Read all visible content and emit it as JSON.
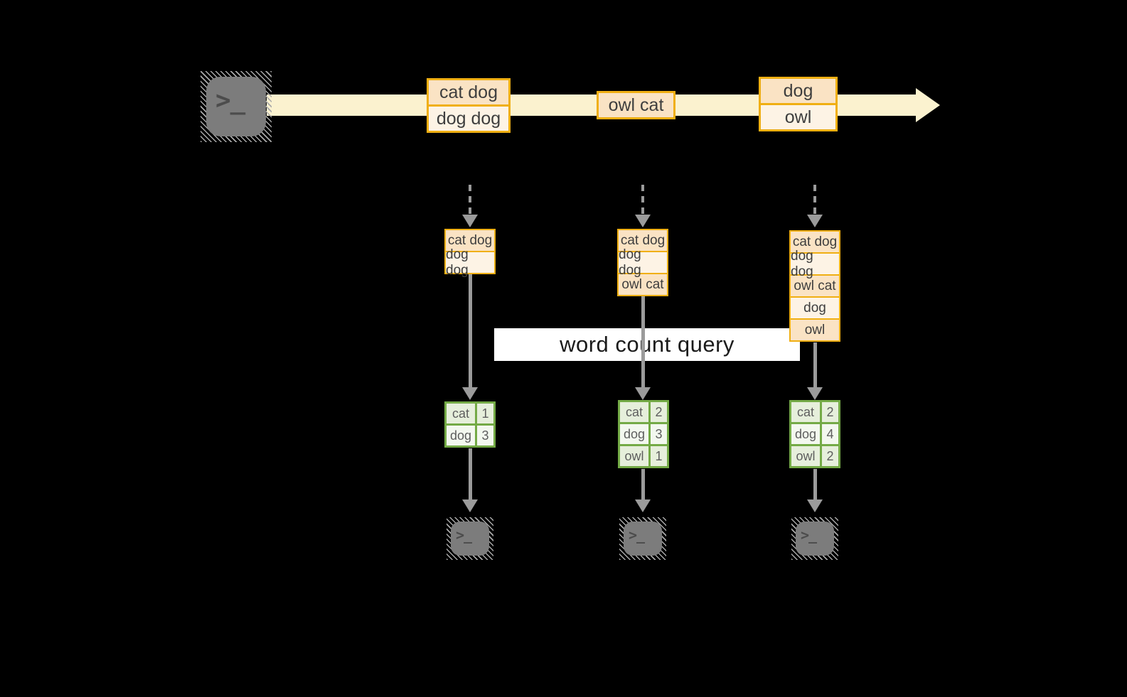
{
  "title": "word count query streaming diagram",
  "colors": {
    "background": "#000000",
    "stream_band": "#fbf2cf",
    "message_border": "#f0af13",
    "message_fill_dark": "#fae3c4",
    "message_fill_light": "#fdf3e5",
    "count_table_border": "#74aa46",
    "count_fill_dark": "#e6efdb",
    "count_fill_light": "#f3f8ef",
    "arrow_gray": "#9b9b9b",
    "terminal_gray": "#7c7c7c"
  },
  "icons": {
    "source_terminal": "terminal-icon",
    "output_terminal": "terminal-icon",
    "prompt_glyph": ">_"
  },
  "stream": {
    "groups": [
      {
        "messages": [
          "cat dog",
          "dog dog"
        ]
      },
      {
        "messages": [
          "owl cat"
        ]
      },
      {
        "messages": [
          "dog",
          "owl"
        ]
      }
    ]
  },
  "query": {
    "label": "word count query"
  },
  "columns": [
    {
      "batch": [
        "cat dog",
        "dog dog"
      ],
      "counts": [
        {
          "word": "cat",
          "count": "1"
        },
        {
          "word": "dog",
          "count": "3"
        }
      ]
    },
    {
      "batch": [
        "cat dog",
        "dog dog",
        "owl cat"
      ],
      "counts": [
        {
          "word": "cat",
          "count": "2"
        },
        {
          "word": "dog",
          "count": "3"
        },
        {
          "word": "owl",
          "count": "1"
        }
      ]
    },
    {
      "batch": [
        "cat dog",
        "dog dog",
        "owl cat",
        "dog",
        "owl"
      ],
      "counts": [
        {
          "word": "cat",
          "count": "2"
        },
        {
          "word": "dog",
          "count": "4"
        },
        {
          "word": "owl",
          "count": "2"
        }
      ]
    }
  ]
}
